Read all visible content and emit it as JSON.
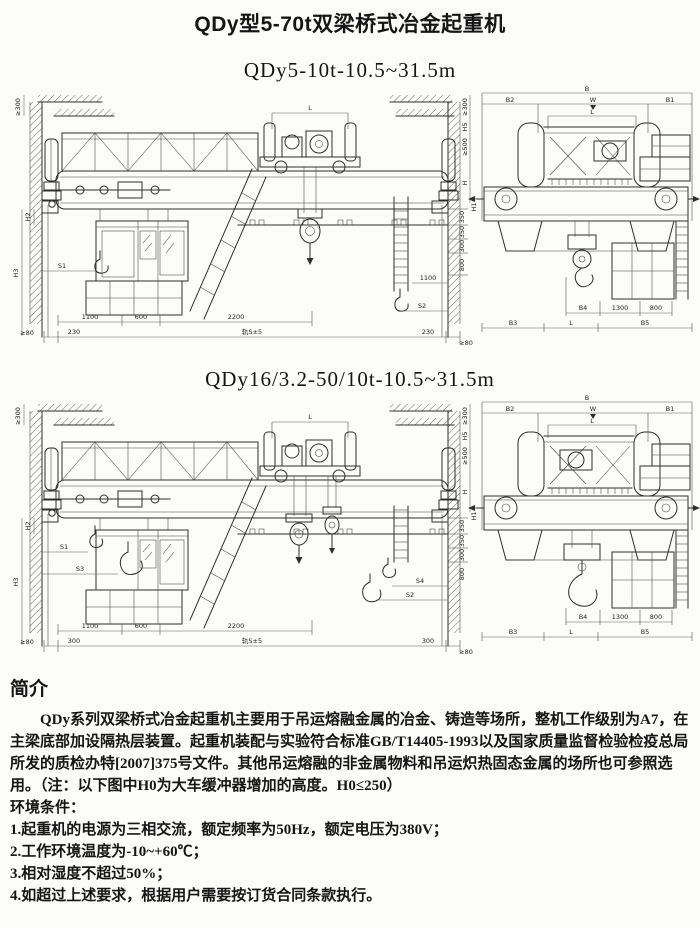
{
  "page": {
    "title": "QDy型5-70t双梁桥式冶金起重机",
    "ink": "#2e2e2e",
    "paper": "#fcfcfa"
  },
  "models": [
    {
      "label": "QDy5-10t-10.5~31.5m"
    },
    {
      "label": "QDy16/3.2-50/10t-10.5~31.5m"
    }
  ],
  "drawings": [
    {
      "name": "QDy5-10t elevation and end view",
      "dims": {
        "clearance_top": "≥300",
        "clearance_mid": "≥500",
        "h": "H",
        "h1": "H1",
        "h2": "H2",
        "h3": "H3",
        "h5": "H5",
        "s1": "S1",
        "s2": "S2",
        "trolley_gauge": "L",
        "cab_widths": [
          "1100",
          "600",
          "2200"
        ],
        "wall_stack": [
          "350",
          "350",
          "300",
          "800"
        ],
        "wall_1100": "1100",
        "rail_gap": "≥80",
        "rail_offset": "230",
        "span": "轨S±5",
        "top": {
          "b": "B",
          "b2": "B2",
          "w": "W",
          "b1": "B1",
          "l": "L"
        },
        "bottom": {
          "b4": "B4",
          "d1300": "1300",
          "d800": "800",
          "b3": "B3",
          "l": "L",
          "b5": "B5"
        }
      }
    },
    {
      "name": "QDy16/3.2-50/10t elevation and end view",
      "dims": {
        "clearance_top": "≥300",
        "clearance_mid": "≥500",
        "h": "H",
        "h1": "H1",
        "h2": "H2",
        "h3": "H3",
        "h5": "H5",
        "s1": "S1",
        "s2": "S2",
        "s3": "S3",
        "s4": "S4",
        "trolley_gauge": "L",
        "cab_widths": [
          "1100",
          "600",
          "2200"
        ],
        "wall_stack": [
          "350",
          "350",
          "300",
          "800"
        ],
        "rail_gap": "≥80",
        "rail_offset": "300",
        "span": "轨S±5",
        "top": {
          "b": "B",
          "b2": "B2",
          "w": "W",
          "b1": "B1",
          "l": "L"
        },
        "bottom": {
          "b4": "B4",
          "d1300": "1300",
          "d800": "800",
          "b3": "B3",
          "l": "L",
          "b5": "B5"
        }
      }
    }
  ],
  "intro": {
    "heading": "简介",
    "paragraph": "QDy系列双梁桥式冶金起重机主要用于吊运熔融金属的冶金、铸造等场所，整机工作级别为A7，在主梁底部加设隔热层装置。起重机装配与实验符合标准GB/T14405-1993以及国家质量监督检验检疫总局所发的质检办特[2007]375号文件。其他吊运熔融的非金属物料和吊运炽热固态金属的场所也可参照选用。（注：以下图中H0为大车缓冲器增加的高度。H0≤250）",
    "env_heading": "环境条件：",
    "env_items": [
      "1.起重机的电源为三相交流，额定频率为50Hz，额定电压为380V；",
      "2.工作环境温度为-10~+60℃；",
      "3.相对湿度不超过50%；",
      "4.如超过上述要求，根据用户需要按订货合同条款执行。"
    ]
  }
}
